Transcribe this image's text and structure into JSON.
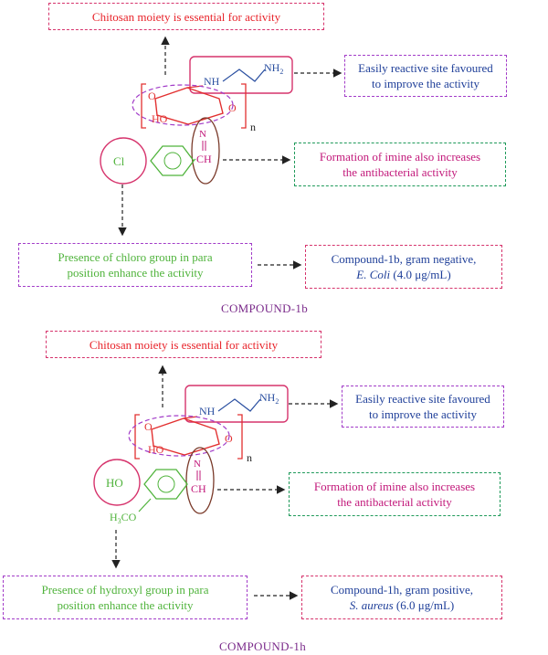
{
  "compound_1b": {
    "chitosan_box": "Chitosan moiety is essential for activity",
    "reactive_box_line1": "Easily reactive site favoured",
    "reactive_box_line2": "to improve the activity",
    "imine_box_line1": "Formation of imine also increases",
    "imine_box_line2": "the antibacterial activity",
    "substituent_box_line1": "Presence of chloro group in para",
    "substituent_box_line2": "position enhance the activity",
    "result_box_line1": "Compound-1b, gram negative,",
    "result_box_organism": "E. Coli",
    "result_box_value": " (4.0 μg/mL)",
    "caption": "COMPOUND-1b",
    "substituent_label": "Cl"
  },
  "compound_1h": {
    "chitosan_box": "Chitosan moiety is essential for activity",
    "reactive_box_line1": "Easily reactive site favoured",
    "reactive_box_line2": "to improve the activity",
    "imine_box_line1": "Formation of imine also increases",
    "imine_box_line2": "the antibacterial activity",
    "substituent_box_line1": "Presence of hydroxyl group in para",
    "substituent_box_line2": "position enhance the activity",
    "result_box_line1": "Compound-1h, gram positive,",
    "result_box_organism": "S. aureus",
    "result_box_value": " (6.0 μg/mL)",
    "caption": "COMPOUND-1h",
    "substituent_label": "HO",
    "methoxy_label_prefix": "H",
    "methoxy_label_sub": "3",
    "methoxy_label_suffix": "CO"
  },
  "structure_labels": {
    "amine_nh": "NH",
    "amine_nh2_main": "NH",
    "amine_nh2_sub": "2",
    "ring_o": "O",
    "ring_ho": "HO",
    "ring_o2": "O",
    "repeat_n": "n",
    "imine_n": "N",
    "imine_ch": "CH"
  },
  "colors": {
    "red": "#e23030",
    "magenta": "#d6336c",
    "purple": "#a23cc8",
    "blue": "#1f3f99",
    "green": "#4fb33b",
    "brown": "#7a3a2a",
    "teal_green": "#1f9a5a"
  }
}
